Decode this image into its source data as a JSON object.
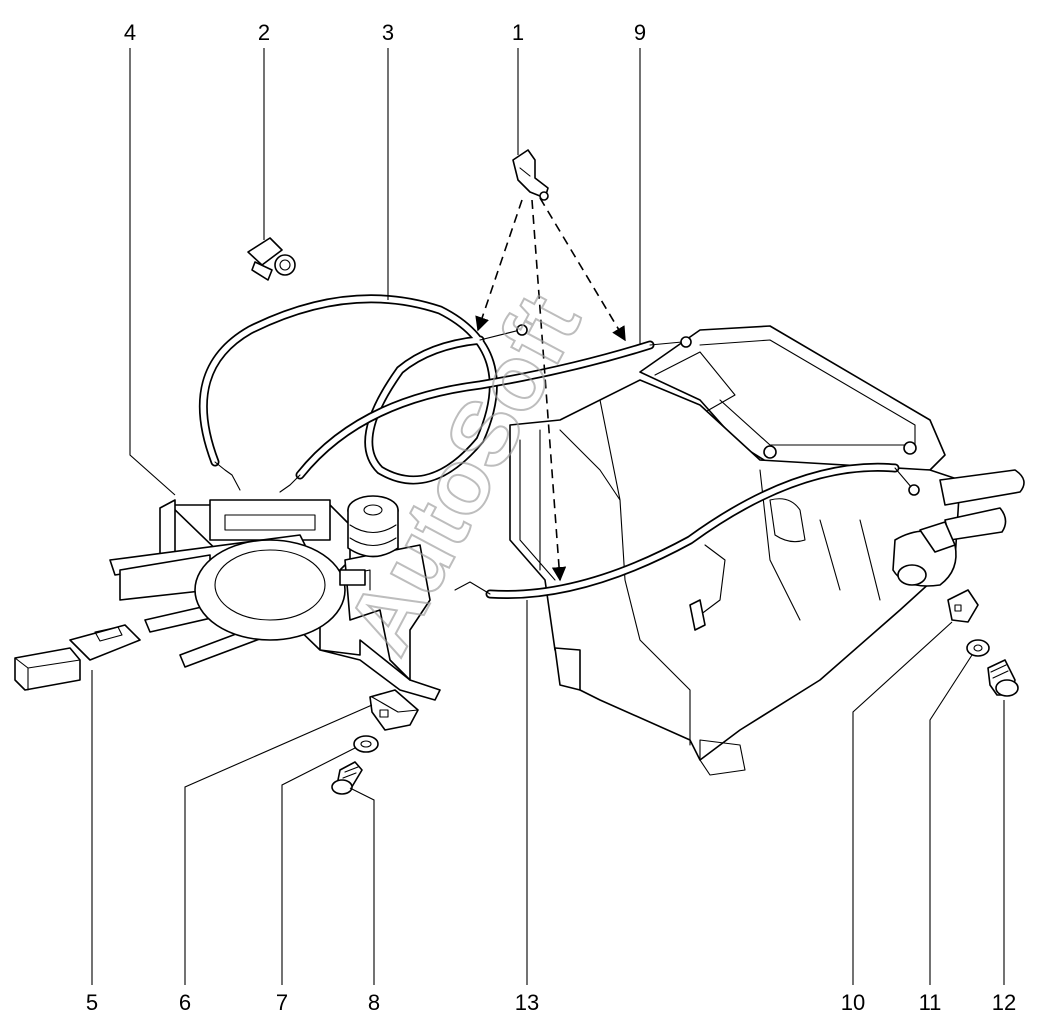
{
  "callouts": {
    "c1": "1",
    "c2": "2",
    "c3": "3",
    "c4": "4",
    "c5": "5",
    "c6": "6",
    "c7": "7",
    "c8": "8",
    "c9": "9",
    "c10": "10",
    "c11": "11",
    "c12": "12",
    "c13": "13"
  },
  "watermark": "AutoSoft"
}
